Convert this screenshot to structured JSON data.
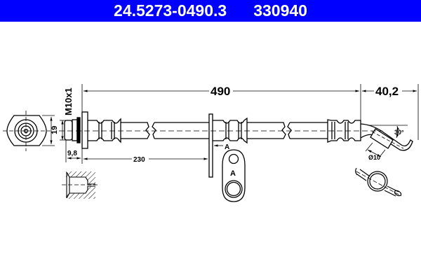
{
  "header": {
    "part_number": "24.5273-0490.3",
    "ref_number": "330940",
    "background": "#0000ff",
    "text_color": "#ffffff"
  },
  "dimensions": {
    "overall_length": "490",
    "end_offset": "40,2",
    "thread": "M10x1",
    "flange_width": "19",
    "fitting_length": "9,8",
    "bracket_position": "230",
    "bend_angle": "30°",
    "tube_diameter": "Ø10"
  },
  "labels": {
    "section_marker": "A",
    "section_view_label": "A"
  },
  "views": [
    "end-view-flange",
    "port-section-view",
    "hose-side-view",
    "bracket-section-view",
    "banjo-detail-view"
  ]
}
